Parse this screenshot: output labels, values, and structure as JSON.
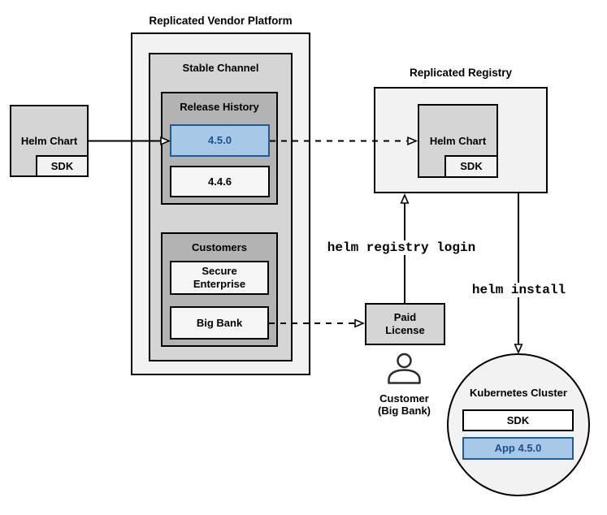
{
  "platform": {
    "title": "Replicated Vendor Platform"
  },
  "stable_channel": {
    "title": "Stable Channel"
  },
  "release_history": {
    "title": "Release History",
    "new_version": "4.5.0",
    "old_version": "4.4.6"
  },
  "customers": {
    "title": "Customers",
    "customer_1": "Secure Enterprise",
    "customer_2": "Big Bank"
  },
  "vendor_helm_chart": {
    "label": "Helm Chart",
    "sdk": "SDK"
  },
  "registry": {
    "title": "Replicated Registry",
    "helm_chart": "Helm Chart",
    "sdk": "SDK"
  },
  "paid_license": {
    "label": "Paid License"
  },
  "actor": {
    "name": "Customer",
    "detail": "(Big Bank)",
    "icon": "person-icon"
  },
  "cluster": {
    "title": "Kubernetes Cluster",
    "sdk": "SDK",
    "app": "App 4.5.0"
  },
  "commands": {
    "registry_login": "helm registry login",
    "install": "helm install"
  },
  "colors": {
    "container_light": "#f2f2f2",
    "container_mid": "#d5d5d5",
    "container_dark": "#b3b3b3",
    "item_light": "#f5f5f5",
    "white": "#ffffff",
    "highlight_fill": "#a8c8e8",
    "highlight_border": "#1c5d99",
    "highlight_text": "#17528c",
    "border": "#000000"
  }
}
